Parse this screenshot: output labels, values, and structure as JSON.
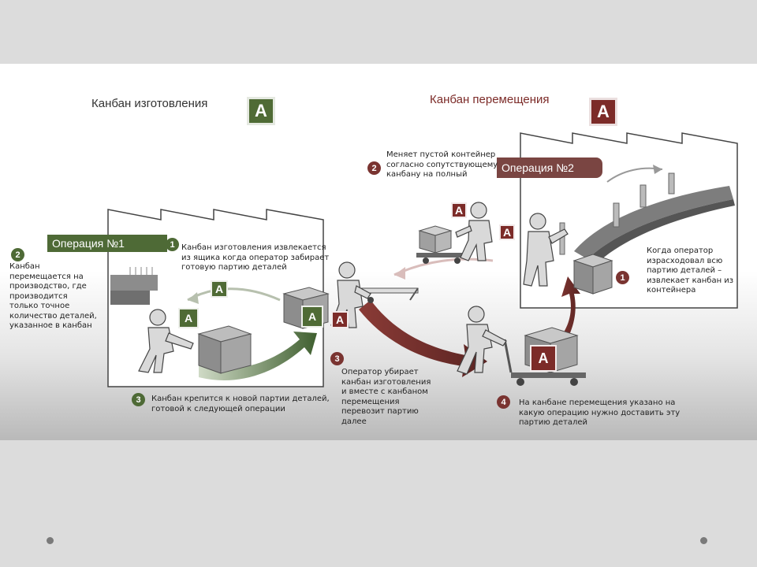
{
  "legend": {
    "production_title": "Канбан изготовления",
    "transport_title": "Канбан перемещения",
    "card_letter": "A"
  },
  "operation1": {
    "label": "Операция №1"
  },
  "operation2": {
    "label": "Операция №2"
  },
  "notes": {
    "op1_step1": "Канбан изготовления извлекается из ящика когда оператор забирает готовую партию деталей",
    "op1_step2": "Канбан перемещается на производство, где производится только точное количество деталей, указанное в канбан",
    "op1_step3": "Канбан крепится к новой партии деталей, готовой к следующей операции",
    "move_step2": "Меняет пустой контейнер согласно сопутствующему канбану на полный",
    "move_step3": "Оператор убирает канбан изготовления и вместе с канбаном перемещения перевозит партию далее",
    "op2_step1": "Когда оператор израсходовал всю партию деталей – извлекает канбан из контейнера",
    "move_step4": "На канбане перемещения указано на какую операцию нужно доставить эту партию деталей"
  },
  "numbers": {
    "n1": "1",
    "n2": "2",
    "n3": "3",
    "n4": "4"
  },
  "colors": {
    "production": "#4f6b35",
    "transport": "#7c2b28",
    "arrow_green": "#3f5f2f",
    "arrow_red": "#6b2e2b"
  }
}
